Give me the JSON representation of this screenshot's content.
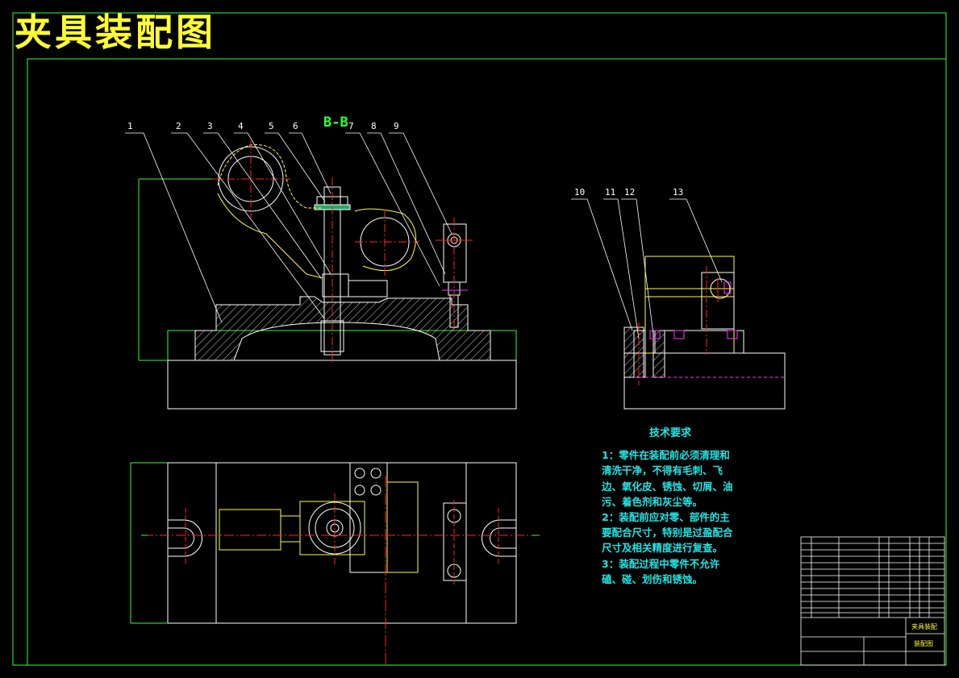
{
  "drawing": {
    "title": "夹具装配图",
    "section_label": "B-B",
    "part_callouts": [
      "1",
      "2",
      "3",
      "4",
      "5",
      "6",
      "7",
      "8",
      "9",
      "10",
      "11",
      "12",
      "13"
    ]
  },
  "tech_requirements": {
    "heading": "技术要求",
    "items": [
      "1：零件在装配前必须清理和清洗干净，不得有毛刺、飞边、氧化皮、锈蚀、切屑、油污、着色剂和灰尘等。",
      "2：装配前应对零、部件的主要配合尺寸，特别是过盈配合尺寸及相关精度进行复查。",
      "3：装配过程中零件不允许磕、碰、划伤和锈蚀。"
    ]
  },
  "title_block": {
    "name": "夹具装配",
    "drawing_name": "装配图"
  },
  "colors": {
    "background": "#000000",
    "frame": "#33ff33",
    "part_outline": "#ffffff",
    "centerline": "#ff2222",
    "hidden": "#ff33ff",
    "yellow": "#ffff33",
    "cyan": "#22e6e6"
  }
}
